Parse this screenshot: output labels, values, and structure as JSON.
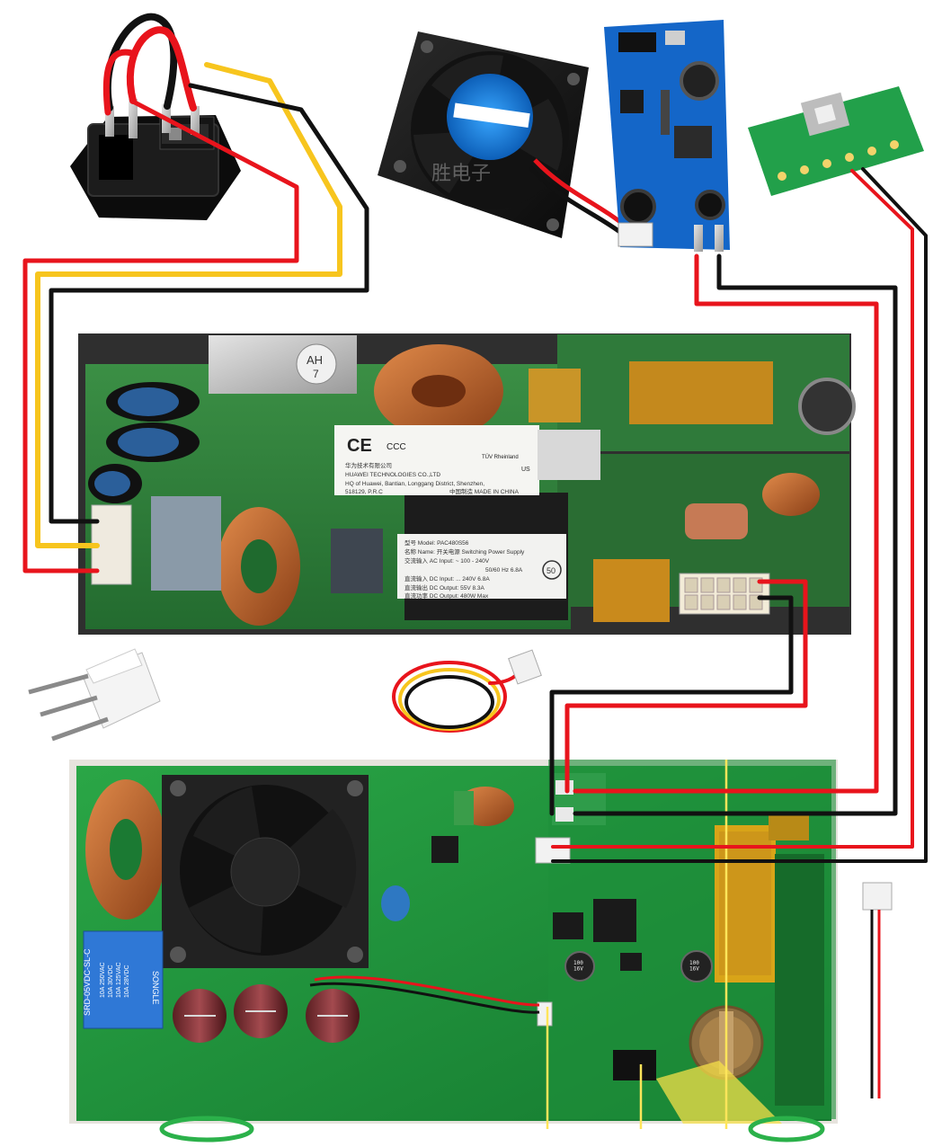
{
  "fan_watermark": "胜电子",
  "psu": {
    "top_label": "AH",
    "top_label_sub": "7",
    "sticker_cn_company": "华为技术有限公司",
    "sticker_company": "HUAWEI TECHNOLOGIES CO.,LTD",
    "sticker_address": "HQ of Huawei, Bantian, Longgang District, Shenzhen,",
    "sticker_country": "518129, P.R.C",
    "sticker_made": "中国制造 MADE IN CHINA",
    "cert_ce": "CE",
    "cert_ccc": "CCC",
    "cert_tuv": "TÜV Rheinland",
    "cert_us": "US",
    "spec_model": "型号 Model: PAC480S56",
    "spec_name": "名称 Name: 开关电源 Switching Power Supply",
    "spec_ac_input": "交流输入 AC Input: ~ 100 - 240V",
    "spec_freq": "50/60 Hz 6.8A",
    "spec_dc_input": "直流输入 DC Input: ... 240V 6.8A",
    "spec_dc_output": "直流输出 DC Output: 55V 8.3A",
    "spec_dc_power": "直流功率 DC Output: 480W Max",
    "spec_badge": "50"
  },
  "board": {
    "relay_brand": "SONGLE",
    "relay_model": "SRD-05VDC-SL-C",
    "relay_rating_1": "10A 250VAC",
    "relay_rating_2": "10A 30VDC",
    "relay_rating_3": "10A 125VAC",
    "relay_rating_4": "10A 28VDC",
    "cap_left": "100\n16V",
    "cap_right": "100\n16V"
  },
  "colors": {
    "wire_red": "#e8141c",
    "wire_black": "#111111",
    "wire_yellow": "#f7c51e",
    "pcb_green": "#1f9a3c",
    "pcb_dark": "#166b2a",
    "marker_yellow": "#ffe55a"
  }
}
